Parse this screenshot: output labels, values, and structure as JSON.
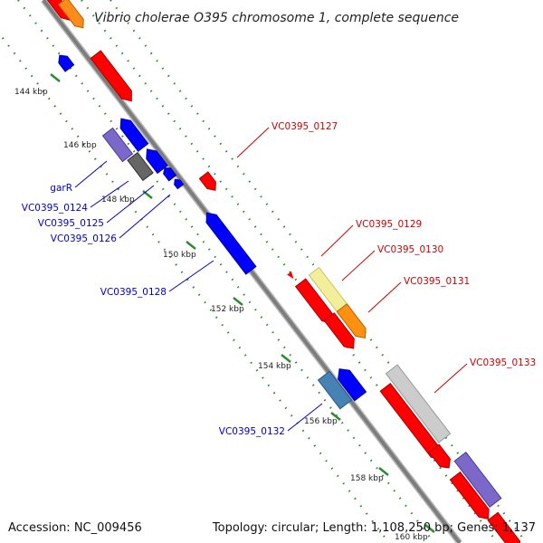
{
  "title": "Vibrio cholerae O395 chromosome 1, complete sequence",
  "footer": {
    "accession": "Accession: NC_009456",
    "summary": "Topology: circular; Length: 1,108,250 bp; Genes: 1,137"
  },
  "colors": {
    "backbone": "#888888",
    "tick_marks": "#2e8b2e",
    "label_reverse": "#0000cc",
    "label_forward": "#cc0000"
  },
  "ticks": [
    "144 kbp",
    "146 kbp",
    "148 kbp",
    "150 kbp",
    "152 kbp",
    "154 kbp",
    "156 kbp",
    "158 kbp",
    "160 kbp"
  ],
  "gene_labels": {
    "reverse": [
      "garR",
      "VC0395_0124",
      "VC0395_0125",
      "VC0395_0126",
      "VC0395_0128",
      "VC0395_0132"
    ],
    "forward": [
      "VC0395_0127",
      "VC0395_0129",
      "VC0395_0130",
      "VC0395_0131",
      "VC0395_0133"
    ]
  }
}
